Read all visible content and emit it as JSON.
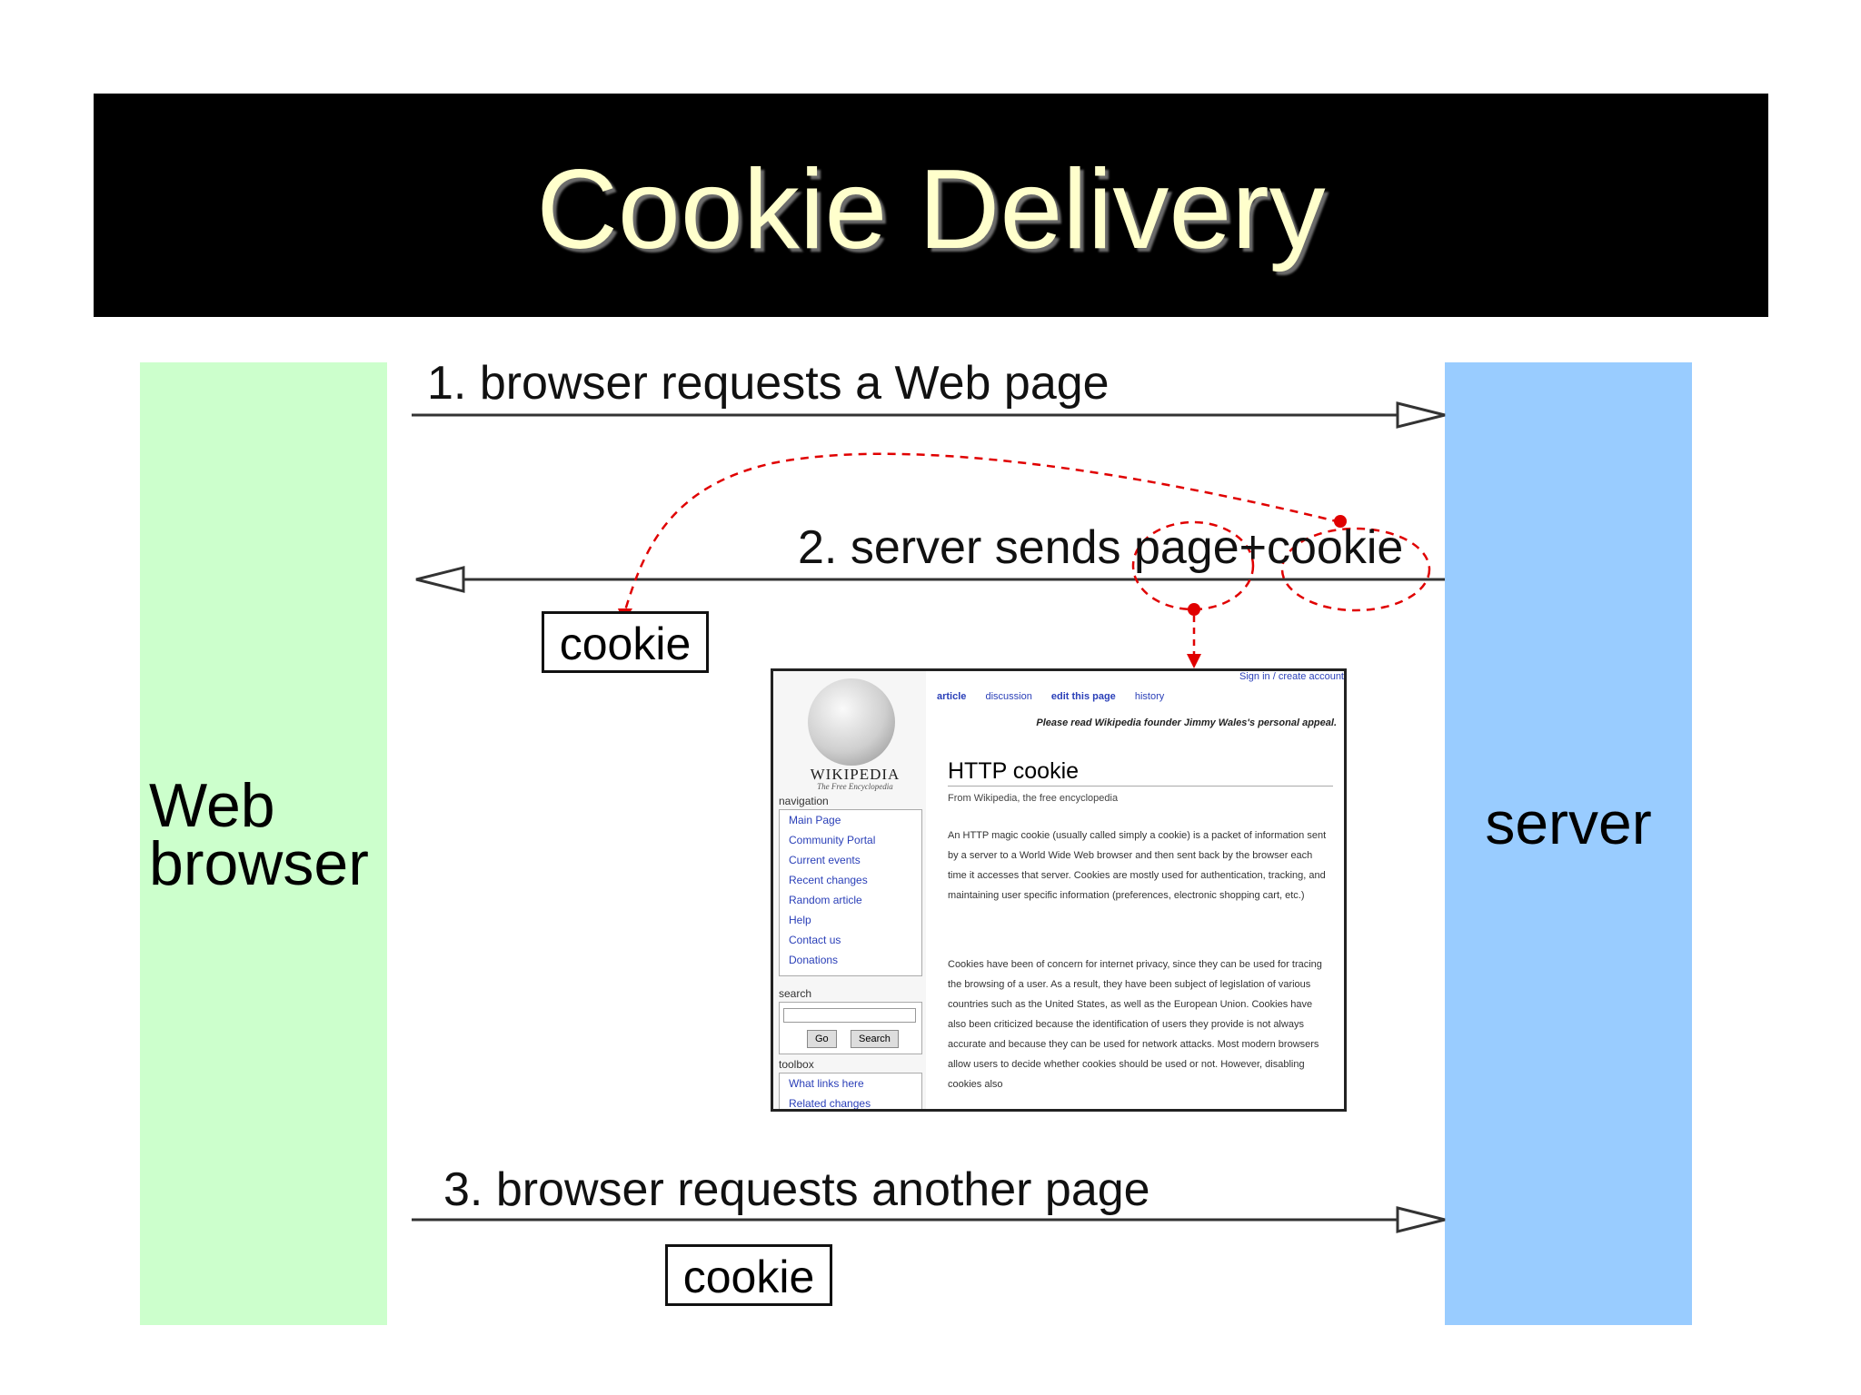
{
  "title": "Cookie Delivery",
  "left_column_label": "Web\nbrowser",
  "right_column_label": "server",
  "steps": [
    {
      "text": "1. browser requests  a Web page"
    },
    {
      "text": "2. server sends page+cookie"
    },
    {
      "text": "3. browser requests another page"
    }
  ],
  "cookie_labels": [
    "cookie",
    "cookie"
  ],
  "colors": {
    "title_bar": "#000000",
    "title_text": "#ffffcc",
    "browser_column": "#ccffcc",
    "server_column": "#99ccff",
    "highlight": "#e00000"
  },
  "wiki_screenshot": {
    "logo": "WIKIPEDIA",
    "tagline": "The Free Encyclopedia",
    "top_links": "Sign in / create account",
    "tabs": [
      "article",
      "discussion",
      "edit this page",
      "history"
    ],
    "notice": "Please read Wikipedia founder Jimmy Wales's personal appeal.",
    "heading": "HTTP cookie",
    "from_line": "From Wikipedia, the free encyclopedia",
    "paragraph1": "An HTTP magic cookie (usually called simply a cookie) is a packet of information sent by a server to a World Wide Web browser and then sent back by the browser each time it accesses that server. Cookies are mostly used for authentication, tracking, and maintaining user specific information (preferences, electronic shopping cart, etc.)",
    "paragraph2": "Cookies have been of concern for internet privacy, since they can be used for tracing the browsing of a user. As a result, they have been subject of legislation of various countries such as the United States, as well as the European Union. Cookies have also been criticized because the identification of users they provide is not always accurate and because they can be used for network attacks. Most modern browsers allow users to decide whether cookies should be used or not. However, disabling cookies also",
    "navigation_title": "navigation",
    "navigation": [
      "Main Page",
      "Community Portal",
      "Current events",
      "Recent changes",
      "Random article",
      "Help",
      "Contact us",
      "Donations"
    ],
    "search_title": "search",
    "search_buttons": [
      "Go",
      "Search"
    ],
    "toolbox_title": "toolbox",
    "toolbox": [
      "What links here",
      "Related changes"
    ]
  }
}
